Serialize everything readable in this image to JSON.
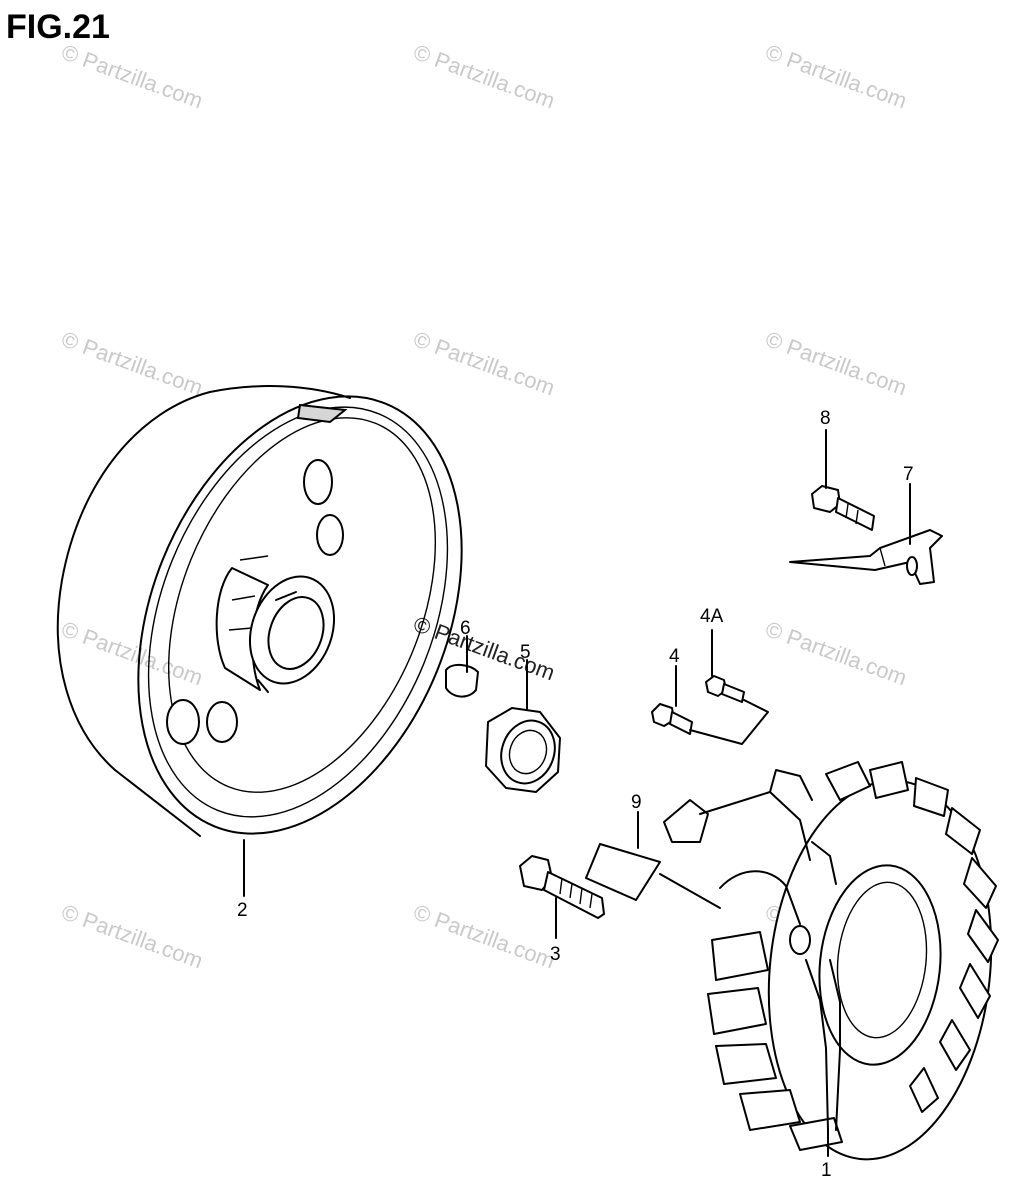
{
  "figure": {
    "title": "FIG.21"
  },
  "callouts": {
    "p1": "1",
    "p2": "2",
    "p3": "3",
    "p4": "4",
    "p4a": "4A",
    "p5": "5",
    "p6": "6",
    "p7": "7",
    "p8": "8",
    "p9": "9"
  },
  "watermark": {
    "text": "© Partzilla.com"
  }
}
